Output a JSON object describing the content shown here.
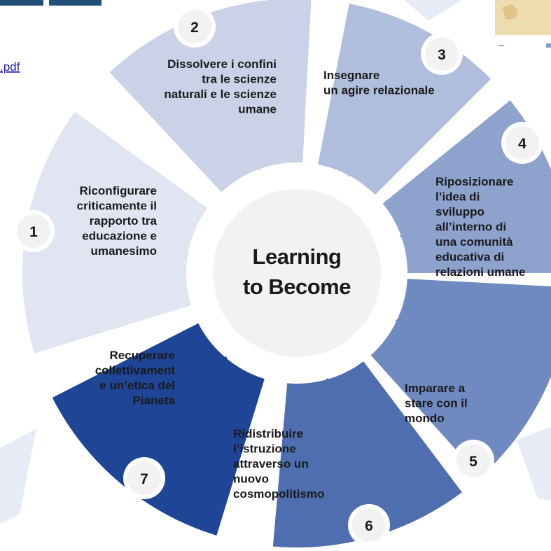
{
  "link": {
    "text": ".pdf"
  },
  "center": {
    "line1": "Learning",
    "line2": "to Become"
  },
  "segments": [
    {
      "number": "1",
      "lines": [
        "Riconfigurare",
        "criticamente il",
        "rapporto tra",
        "educazione e",
        "umanesimo"
      ],
      "color": "#e0e5f1"
    },
    {
      "number": "2",
      "lines": [
        "Dissolvere i confini",
        "tra le scienze",
        "naturali e le scienze",
        "umane"
      ],
      "color": "#c9d2e7"
    },
    {
      "number": "3",
      "lines": [
        "Insegnare",
        "un agire relazionale"
      ],
      "color": "#b0bedd"
    },
    {
      "number": "4",
      "lines": [
        "Riposizionare",
        "l’idea di",
        "sviluppo",
        "all’interno di",
        "una comunità",
        "educativa di",
        "relazioni umane"
      ],
      "color": "#8ea2ce"
    },
    {
      "number": "5",
      "lines": [
        "Imparare  a",
        "stare con il",
        "mondo"
      ],
      "color": "#6f89c1"
    },
    {
      "number": "6",
      "lines": [
        "Ridistribuire",
        "l’istruzione",
        "attraverso un",
        "nuovo",
        "cosmopolitismo"
      ],
      "color": "#4f6eb0"
    },
    {
      "number": "7",
      "lines": [
        "Recuperare",
        "collettivament",
        "e un’etica del",
        "Pianeta"
      ],
      "color": "#1f4596"
    }
  ],
  "colors": {
    "hub": "#f2f2f2",
    "hub_ring": "#ffffff",
    "badge": "#f2f2f2",
    "decor": "#e6ebf6"
  }
}
